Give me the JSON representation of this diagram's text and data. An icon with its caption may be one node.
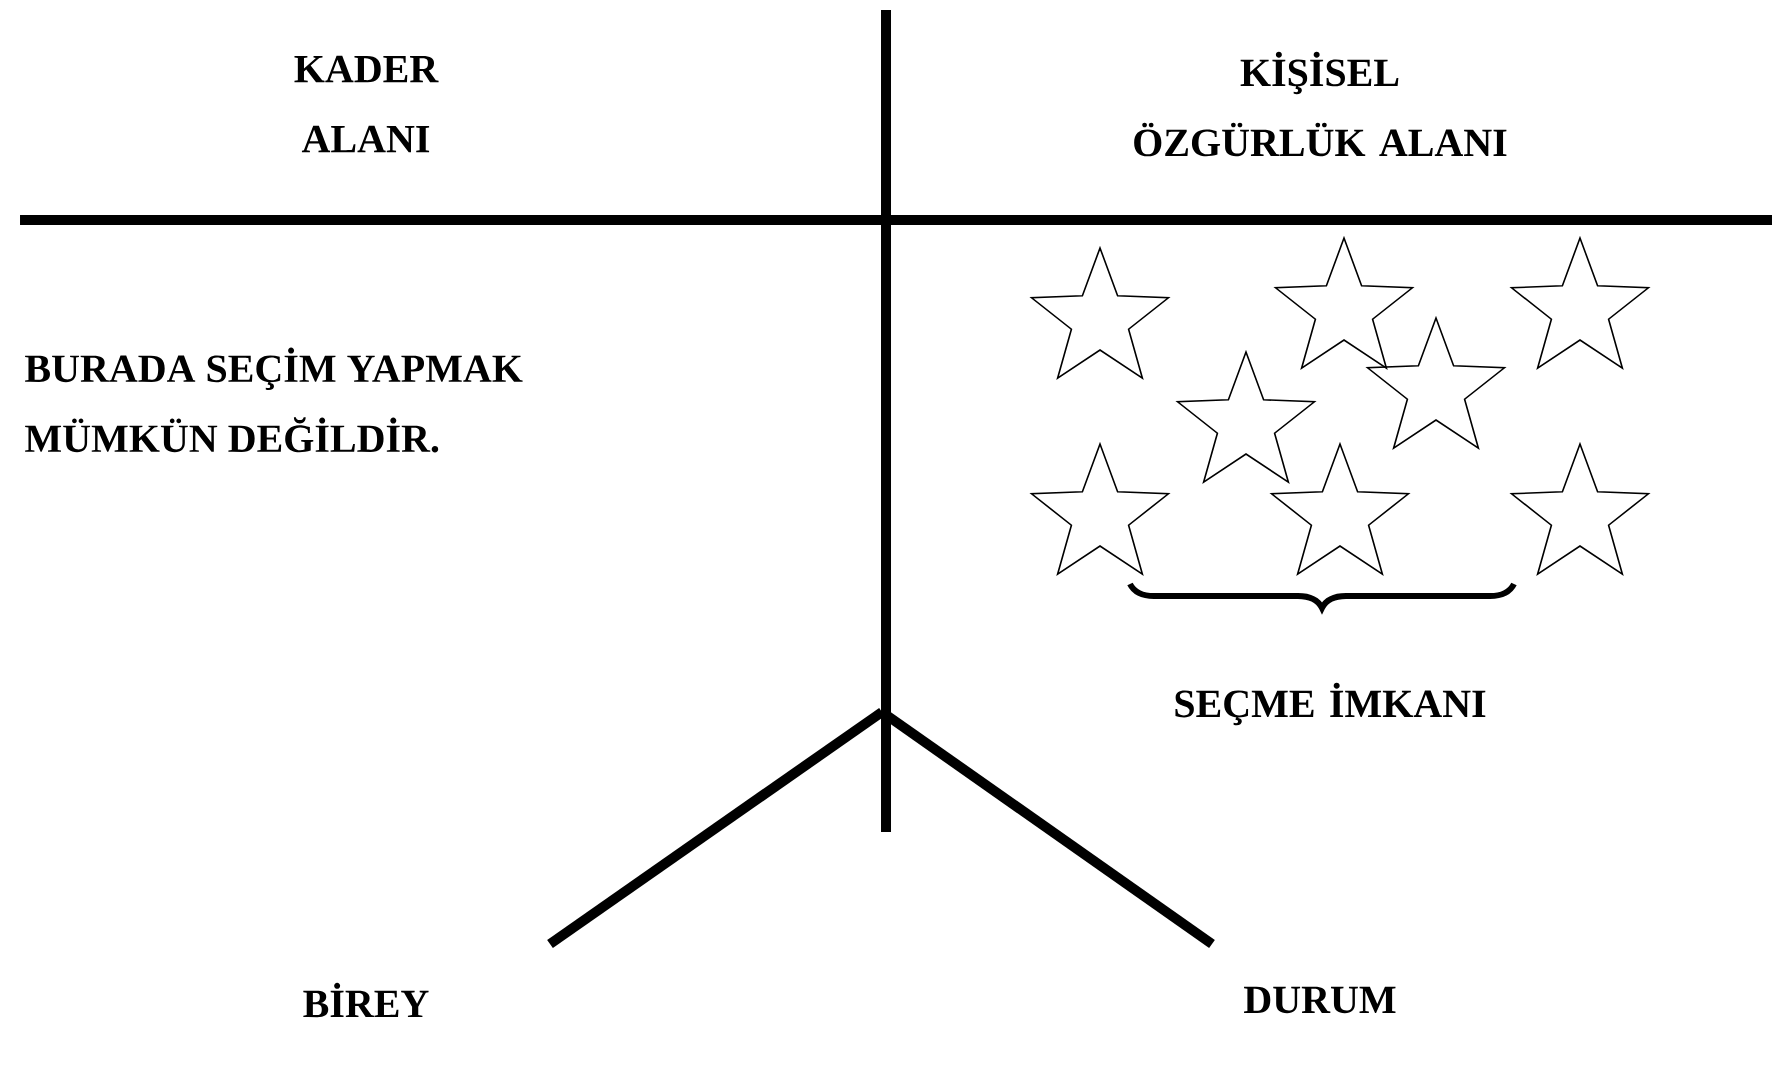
{
  "diagram": {
    "labels": [
      "KADER ALANI",
      "KİŞİSEL ÖZGÜRLÜK ALANI",
      "BURADA SEÇİM YAPMAK MÜMKÜN DEĞİLDİR.",
      "SEÇME İMKANI",
      "BİREY",
      "DURUM"
    ]
  }
}
